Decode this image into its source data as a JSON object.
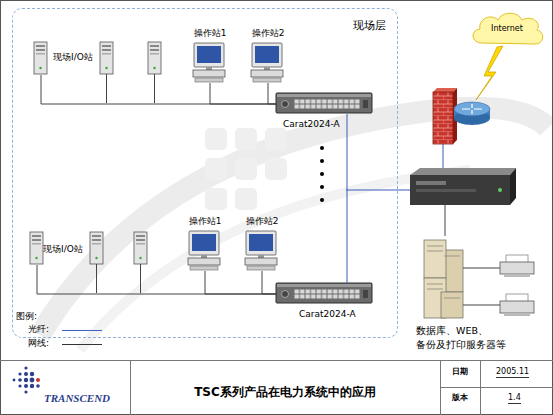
{
  "diagram": {
    "title": "TSC系列产品在电力系统中的应用",
    "nodes": [
      {
        "text": [
          "现场层"
        ]
      },
      {
        "text": [
          "现场I/O站"
        ],
        "in": 0
      },
      {
        "text": [
          "操作站1"
        ],
        "in": 0
      },
      {
        "text": [
          "操作站2"
        ],
        "in": 0
      },
      {
        "text": [
          "Carat2024-A"
        ],
        "in": 0
      },
      {
        "text": [
          "现场I/O站"
        ],
        "in": 0
      },
      {
        "text": [
          "操作站1"
        ],
        "in": 0
      },
      {
        "text": [
          "操作站2"
        ],
        "in": 0
      },
      {
        "text": [
          "Carat2024-A"
        ],
        "in": 0
      },
      {
        "text": [
          "Internet"
        ]
      },
      {
        "text": [
          "数据库、WEB、 备份及打印服务器等"
        ]
      }
    ],
    "edges": [
      {
        "from": 1,
        "to": 4,
        "arrow": "none"
      },
      {
        "from": 2,
        "to": 4,
        "arrow": "none"
      },
      {
        "from": 3,
        "to": 4,
        "arrow": "none"
      },
      {
        "from": 5,
        "to": 8,
        "arrow": "none"
      },
      {
        "from": 6,
        "to": 8,
        "arrow": "none"
      },
      {
        "from": 7,
        "to": 8,
        "arrow": "none"
      },
      {
        "from": 4,
        "to": 8,
        "arrow": "none"
      }
    ],
    "labels": [
      "图例:",
      "TRANSCEND",
      "日期",
      "2005.11",
      "版本",
      "1.4"
    ],
    "legend": [
      {
        "text": "光纤:"
      },
      {
        "text": "网线:"
      }
    ]
  }
}
